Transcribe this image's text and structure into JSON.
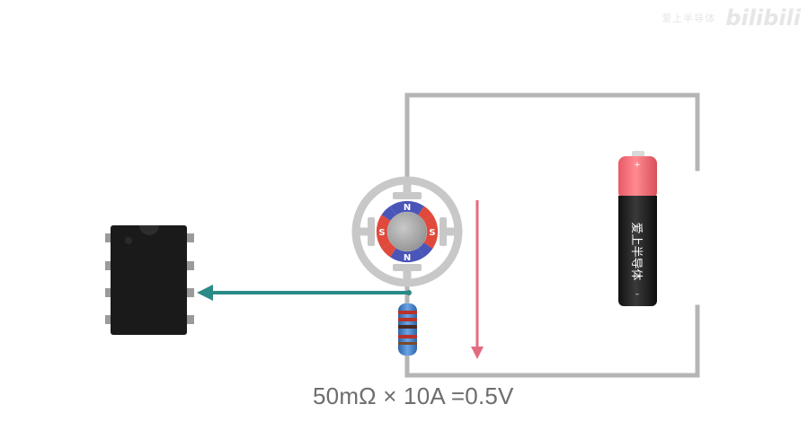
{
  "watermark": {
    "brand": "bilibili",
    "caption": "爱上半导体"
  },
  "battery": {
    "label": "爱上半导体",
    "plus": "+",
    "minus": "–"
  },
  "motor": {
    "poles": [
      "N",
      "S",
      "N",
      "S"
    ]
  },
  "formula": "50mΩ × 10A =0.5V",
  "colors": {
    "wire": "#b5b5b5",
    "current_arrow": "#e36b7f",
    "signal_arrow": "#2a8a86",
    "magnet_red": "#e04a3c",
    "magnet_blue": "#4a55b8",
    "battery_top": "#f06a73",
    "battery_body": "#1f1f1f",
    "chip": "#1a1a1a",
    "resistor_body": "#3f7cc4"
  }
}
